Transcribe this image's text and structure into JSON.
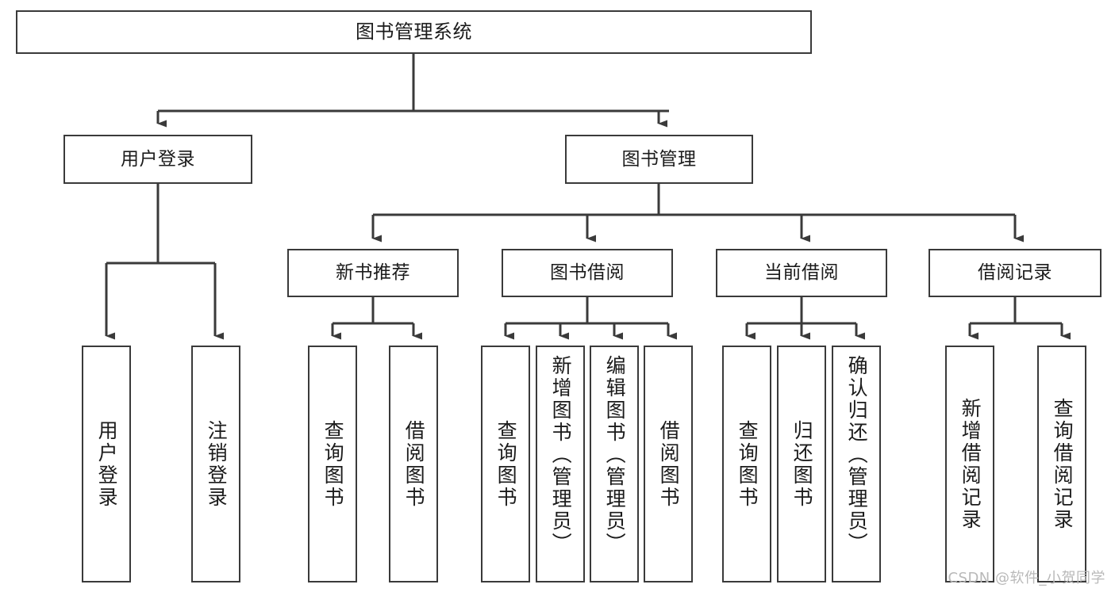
{
  "diagram": {
    "title": "图书管理系统",
    "type": "tree",
    "line_color": "#3a3a3a",
    "box_fill": "#ffffff",
    "text_color": "#1b1b1b",
    "root": {
      "label": "图书管理系统"
    },
    "level2": [
      {
        "label": "用户登录"
      },
      {
        "label": "图书管理"
      }
    ],
    "level3": [
      {
        "label": "新书推荐"
      },
      {
        "label": "图书借阅"
      },
      {
        "label": "当前借阅"
      },
      {
        "label": "借阅记录"
      }
    ],
    "leaves": {
      "user_login": [
        {
          "label": "用户登录"
        },
        {
          "label": "注销登录"
        }
      ],
      "new_book": [
        {
          "label": "查询图书"
        },
        {
          "label": "借阅图书"
        }
      ],
      "book_borrow": [
        {
          "label": "查询图书"
        },
        {
          "label": "新增图书（管理员）"
        },
        {
          "label": "编辑图书（管理员）"
        },
        {
          "label": "借阅图书"
        }
      ],
      "current_borrow": [
        {
          "label": "查询图书"
        },
        {
          "label": "归还图书"
        },
        {
          "label": "确认归还（管理员）"
        }
      ],
      "borrow_record": [
        {
          "label": "新增借阅记录"
        },
        {
          "label": "查询借阅记录"
        }
      ]
    }
  },
  "watermark": {
    "text": "CSDN @软件_小贺同学"
  }
}
